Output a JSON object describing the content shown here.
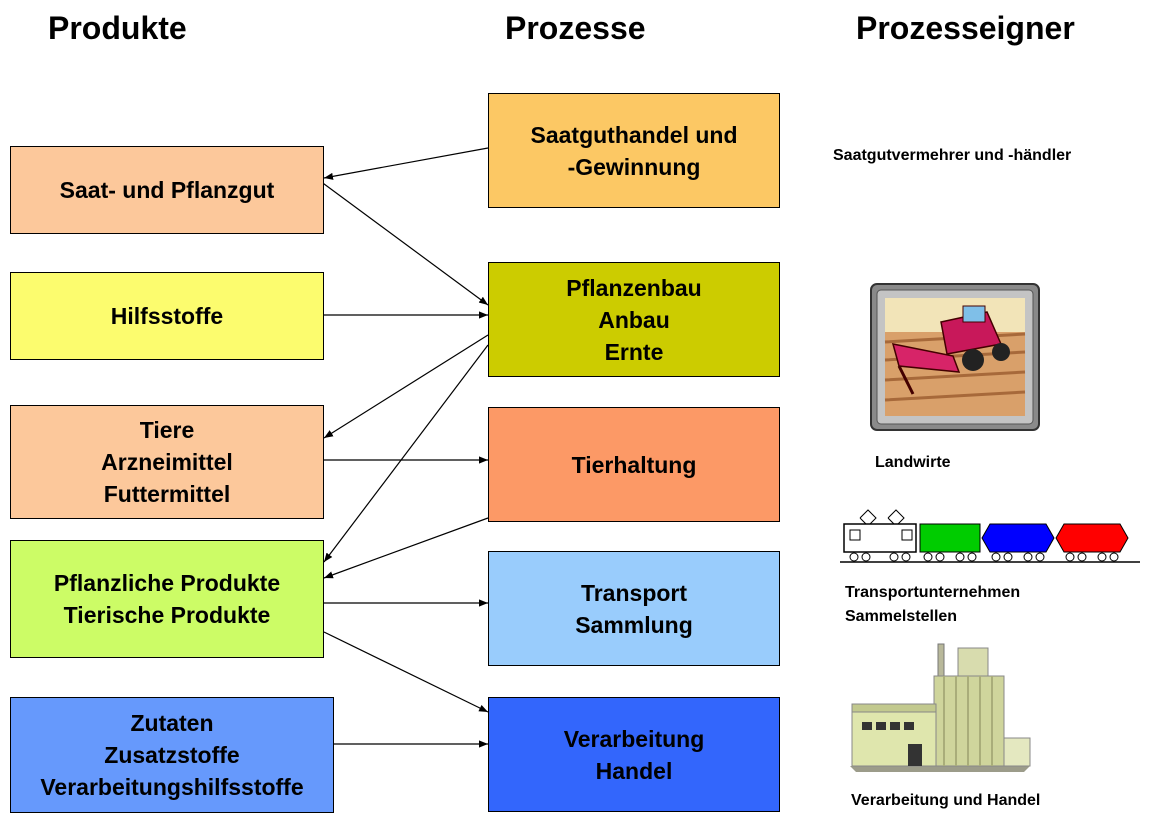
{
  "headings": {
    "products": "Produkte",
    "processes": "Prozesse",
    "owners": "Prozesseigner"
  },
  "products": [
    {
      "id": "p1",
      "lines": [
        "Saat- und Pflanzgut"
      ],
      "color": "#fcc89b"
    },
    {
      "id": "p2",
      "lines": [
        "Hilfsstoffe"
      ],
      "color": "#fcfc6e"
    },
    {
      "id": "p3",
      "lines": [
        "Tiere",
        "Arzneimittel",
        "Futtermittel"
      ],
      "color": "#fcc89b"
    },
    {
      "id": "p4",
      "lines": [
        "Pflanzliche Produkte",
        "Tierische Produkte"
      ],
      "color": "#ccfc66"
    },
    {
      "id": "p5",
      "lines": [
        "Zutaten",
        "Zusatzstoffe",
        "Verarbeitungshilfsstoffe"
      ],
      "color": "#6699fc"
    }
  ],
  "processes": [
    {
      "id": "q1",
      "lines": [
        "Saatguthandel und",
        "-Gewinnung"
      ],
      "color": "#fcc864"
    },
    {
      "id": "q2",
      "lines": [
        "Pflanzenbau",
        "Anbau",
        "Ernte"
      ],
      "color": "#cccc00"
    },
    {
      "id": "q3",
      "lines": [
        "Tierhaltung"
      ],
      "color": "#fc9966"
    },
    {
      "id": "q4",
      "lines": [
        "Transport",
        "Sammlung"
      ],
      "color": "#99ccfc"
    },
    {
      "id": "q5",
      "lines": [
        "Verarbeitung",
        "Handel"
      ],
      "color": "#3366fc"
    }
  ],
  "owners": {
    "seed": "Saatgutvermehrer und -händler",
    "farmers": "Landwirte",
    "transport_1": "Transportunternehmen",
    "transport_2": "Sammelstellen",
    "processing": "Verarbeitung und Handel"
  },
  "edges": [
    {
      "from": "q1",
      "to": "p1"
    },
    {
      "from": "p1",
      "to": "q2"
    },
    {
      "from": "p2",
      "to": "q2"
    },
    {
      "from": "q2",
      "to": "p3"
    },
    {
      "from": "q2",
      "to": "p4"
    },
    {
      "from": "p3",
      "to": "q3"
    },
    {
      "from": "q3",
      "to": "p4"
    },
    {
      "from": "p4",
      "to": "q4"
    },
    {
      "from": "p4",
      "to": "q5"
    },
    {
      "from": "p5",
      "to": "q5"
    }
  ],
  "colors": {
    "wagon_green": "#00cc00",
    "wagon_blue": "#0000ff",
    "wagon_red": "#ff0000"
  }
}
